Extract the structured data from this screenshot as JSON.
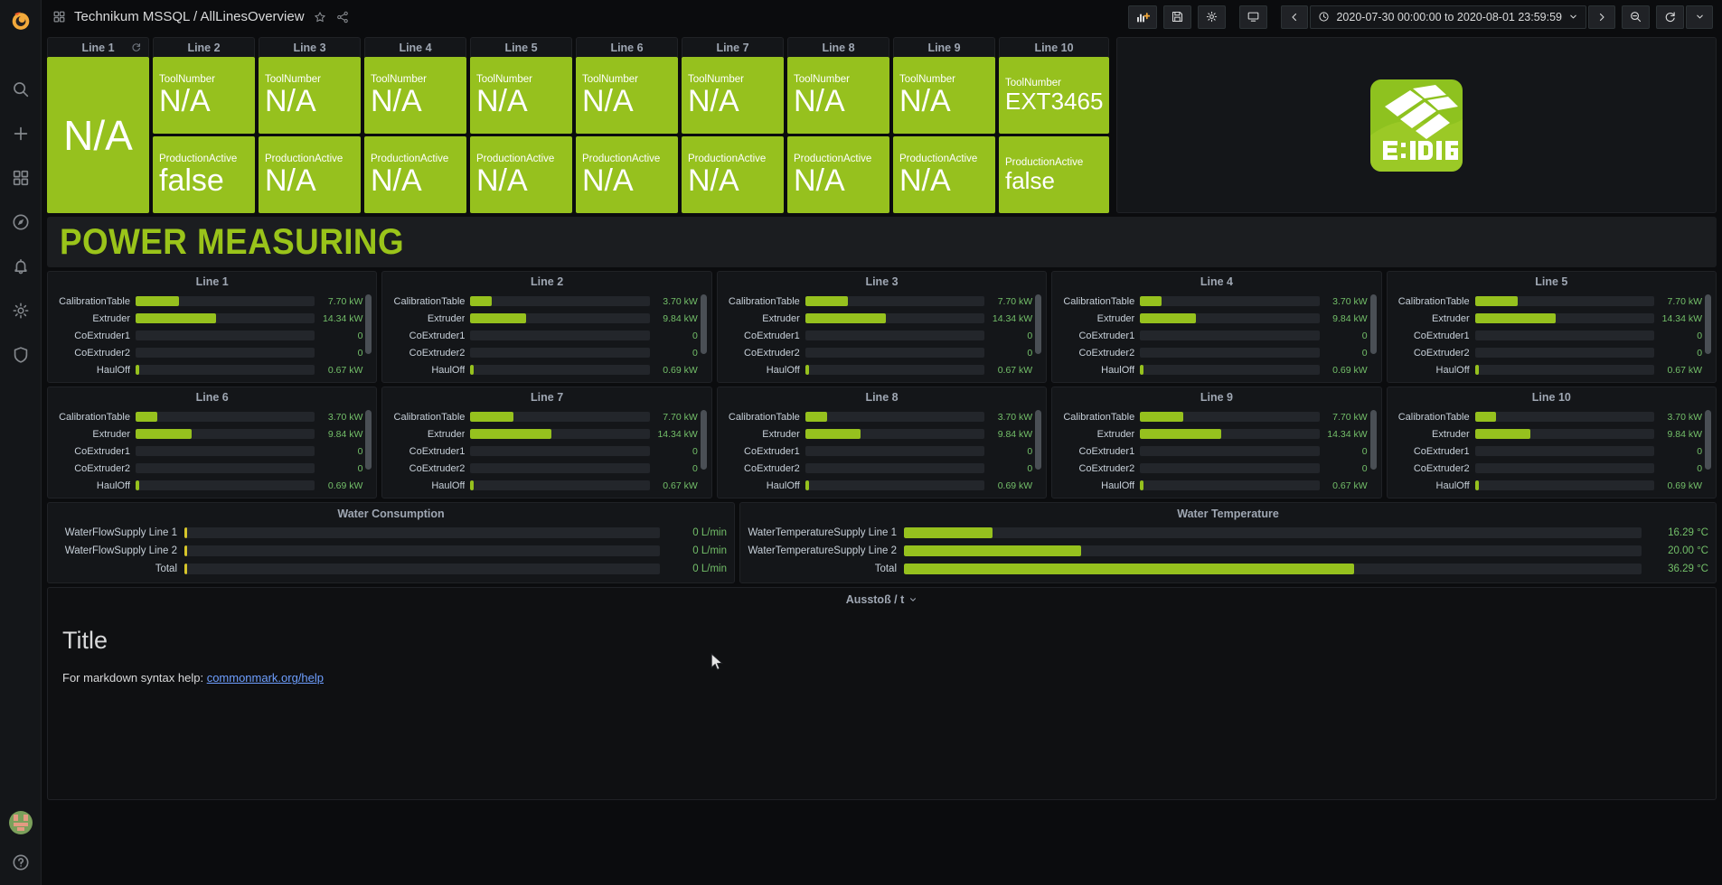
{
  "app": {
    "logo_icon": "grafana-logo-icon",
    "dashboard_title": "Technikum MSSQL / AllLinesOverview",
    "star_icon": "star-icon",
    "share_icon": "share-icon"
  },
  "sidebar": {
    "items": [
      {
        "name": "search-icon",
        "label": "Search"
      },
      {
        "name": "plus-icon",
        "label": "Create"
      },
      {
        "name": "dashboards-icon",
        "label": "Dashboards"
      },
      {
        "name": "compass-icon",
        "label": "Explore"
      },
      {
        "name": "bell-icon",
        "label": "Alerting"
      },
      {
        "name": "gear-icon",
        "label": "Configuration"
      },
      {
        "name": "shield-icon",
        "label": "Server Admin"
      }
    ],
    "bottom": [
      {
        "name": "avatar",
        "label": "User profile"
      },
      {
        "name": "help-icon",
        "label": "Help"
      }
    ]
  },
  "toolbar": {
    "add_panel_icon": "add-panel-icon",
    "save_icon": "save-dashboard-icon",
    "settings_icon": "dashboard-settings-icon",
    "tv_icon": "cycle-view-mode-icon",
    "prev_icon": "chevron-left-icon",
    "next_icon": "chevron-right-icon",
    "clock_icon": "clock-icon",
    "caret_icon": "chevron-down-icon",
    "zoom_out_icon": "zoom-out-icon",
    "refresh_icon": "refresh-icon",
    "refresh_caret_icon": "chevron-down-icon",
    "time_range": "2020-07-30 00:00:00 to 2020-08-01 23:59:59"
  },
  "colors": {
    "accent_green": "#96c11e",
    "value_green": "#73bf69",
    "panel_bg": "#141619",
    "page_bg": "#0b0c0e",
    "title_grey": "#9fa7b3"
  },
  "stat_row": {
    "panels": [
      {
        "title": "Line 1",
        "loading_icon": "spinner-icon",
        "single": true,
        "cells": [
          {
            "label": "",
            "value": "N/A",
            "size": "big"
          }
        ]
      },
      {
        "title": "Line 2",
        "single": false,
        "cells": [
          {
            "label": "ToolNumber",
            "value": "N/A"
          },
          {
            "label": "ProductionActive",
            "value": "false"
          }
        ]
      },
      {
        "title": "Line 3",
        "single": false,
        "cells": [
          {
            "label": "ToolNumber",
            "value": "N/A"
          },
          {
            "label": "ProductionActive",
            "value": "N/A"
          }
        ]
      },
      {
        "title": "Line 4",
        "single": false,
        "cells": [
          {
            "label": "ToolNumber",
            "value": "N/A"
          },
          {
            "label": "ProductionActive",
            "value": "N/A"
          }
        ]
      },
      {
        "title": "Line 5",
        "single": false,
        "cells": [
          {
            "label": "ToolNumber",
            "value": "N/A"
          },
          {
            "label": "ProductionActive",
            "value": "N/A"
          }
        ]
      },
      {
        "title": "Line 6",
        "single": false,
        "cells": [
          {
            "label": "ToolNumber",
            "value": "N/A"
          },
          {
            "label": "ProductionActive",
            "value": "N/A"
          }
        ]
      },
      {
        "title": "Line 7",
        "single": false,
        "cells": [
          {
            "label": "ToolNumber",
            "value": "N/A"
          },
          {
            "label": "ProductionActive",
            "value": "N/A"
          }
        ]
      },
      {
        "title": "Line 8",
        "single": false,
        "cells": [
          {
            "label": "ToolNumber",
            "value": "N/A"
          },
          {
            "label": "ProductionActive",
            "value": "N/A"
          }
        ]
      },
      {
        "title": "Line 9",
        "single": false,
        "cells": [
          {
            "label": "ToolNumber",
            "value": "N/A"
          },
          {
            "label": "ProductionActive",
            "value": "N/A"
          }
        ]
      },
      {
        "title": "Line 10",
        "single": false,
        "cells": [
          {
            "label": "ToolNumber",
            "value": "EXT3465",
            "size": "sm"
          },
          {
            "label": "ProductionActive",
            "value": "false",
            "size": "sm"
          }
        ]
      }
    ],
    "logo_panel": {
      "name": "edigi-logo",
      "alt": "e:DIGI"
    }
  },
  "section_banner": {
    "title": "POWER MEASURING"
  },
  "chart_data": [
    {
      "type": "bar",
      "title": "Line 1",
      "orientation": "horizontal",
      "unit": "kW",
      "categories": [
        "CalibrationTable",
        "Extruder",
        "CoExtruder1",
        "CoExtruder2",
        "HaulOff"
      ],
      "values": [
        7.7,
        14.34,
        0,
        0,
        0.67
      ],
      "display": [
        "7.70 kW",
        "14.34 kW",
        "0",
        "0",
        "0.67 kW"
      ],
      "pct": [
        24,
        45,
        0,
        0,
        2
      ],
      "xlim": [
        0,
        32
      ],
      "grid": false,
      "legend": "none"
    },
    {
      "type": "bar",
      "title": "Line 2",
      "orientation": "horizontal",
      "unit": "kW",
      "categories": [
        "CalibrationTable",
        "Extruder",
        "CoExtruder1",
        "CoExtruder2",
        "HaulOff"
      ],
      "values": [
        3.7,
        9.84,
        0,
        0,
        0.69
      ],
      "display": [
        "3.70 kW",
        "9.84 kW",
        "0",
        "0",
        "0.69 kW"
      ],
      "pct": [
        12,
        31,
        0,
        0,
        2
      ],
      "xlim": [
        0,
        32
      ],
      "grid": false,
      "legend": "none"
    },
    {
      "type": "bar",
      "title": "Line 3",
      "orientation": "horizontal",
      "unit": "kW",
      "categories": [
        "CalibrationTable",
        "Extruder",
        "CoExtruder1",
        "CoExtruder2",
        "HaulOff"
      ],
      "values": [
        7.7,
        14.34,
        0,
        0,
        0.67
      ],
      "display": [
        "7.70 kW",
        "14.34 kW",
        "0",
        "0",
        "0.67 kW"
      ],
      "pct": [
        24,
        45,
        0,
        0,
        2
      ],
      "xlim": [
        0,
        32
      ],
      "grid": false,
      "legend": "none"
    },
    {
      "type": "bar",
      "title": "Line 4",
      "orientation": "horizontal",
      "unit": "kW",
      "categories": [
        "CalibrationTable",
        "Extruder",
        "CoExtruder1",
        "CoExtruder2",
        "HaulOff"
      ],
      "values": [
        3.7,
        9.84,
        0,
        0,
        0.69
      ],
      "display": [
        "3.70 kW",
        "9.84 kW",
        "0",
        "0",
        "0.69 kW"
      ],
      "pct": [
        12,
        31,
        0,
        0,
        2
      ],
      "xlim": [
        0,
        32
      ],
      "grid": false,
      "legend": "none"
    },
    {
      "type": "bar",
      "title": "Line 5",
      "orientation": "horizontal",
      "unit": "kW",
      "categories": [
        "CalibrationTable",
        "Extruder",
        "CoExtruder1",
        "CoExtruder2",
        "HaulOff"
      ],
      "values": [
        7.7,
        14.34,
        0,
        0,
        0.67
      ],
      "display": [
        "7.70 kW",
        "14.34 kW",
        "0",
        "0",
        "0.67 kW"
      ],
      "pct": [
        24,
        45,
        0,
        0,
        2
      ],
      "xlim": [
        0,
        32
      ],
      "grid": false,
      "legend": "none"
    },
    {
      "type": "bar",
      "title": "Line 6",
      "orientation": "horizontal",
      "unit": "kW",
      "categories": [
        "CalibrationTable",
        "Extruder",
        "CoExtruder1",
        "CoExtruder2",
        "HaulOff"
      ],
      "values": [
        3.7,
        9.84,
        0,
        0,
        0.69
      ],
      "display": [
        "3.70 kW",
        "9.84 kW",
        "0",
        "0",
        "0.69 kW"
      ],
      "pct": [
        12,
        31,
        0,
        0,
        2
      ],
      "xlim": [
        0,
        32
      ],
      "grid": false,
      "legend": "none"
    },
    {
      "type": "bar",
      "title": "Line 7",
      "orientation": "horizontal",
      "unit": "kW",
      "categories": [
        "CalibrationTable",
        "Extruder",
        "CoExtruder1",
        "CoExtruder2",
        "HaulOff"
      ],
      "values": [
        7.7,
        14.34,
        0,
        0,
        0.67
      ],
      "display": [
        "7.70 kW",
        "14.34 kW",
        "0",
        "0",
        "0.67 kW"
      ],
      "pct": [
        24,
        45,
        0,
        0,
        2
      ],
      "xlim": [
        0,
        32
      ],
      "grid": false,
      "legend": "none"
    },
    {
      "type": "bar",
      "title": "Line 8",
      "orientation": "horizontal",
      "unit": "kW",
      "categories": [
        "CalibrationTable",
        "Extruder",
        "CoExtruder1",
        "CoExtruder2",
        "HaulOff"
      ],
      "values": [
        3.7,
        9.84,
        0,
        0,
        0.69
      ],
      "display": [
        "3.70 kW",
        "9.84 kW",
        "0",
        "0",
        "0.69 kW"
      ],
      "pct": [
        12,
        31,
        0,
        0,
        2
      ],
      "xlim": [
        0,
        32
      ],
      "grid": false,
      "legend": "none"
    },
    {
      "type": "bar",
      "title": "Line 9",
      "orientation": "horizontal",
      "unit": "kW",
      "categories": [
        "CalibrationTable",
        "Extruder",
        "CoExtruder1",
        "CoExtruder2",
        "HaulOff"
      ],
      "values": [
        7.7,
        14.34,
        0,
        0,
        0.67
      ],
      "display": [
        "7.70 kW",
        "14.34 kW",
        "0",
        "0",
        "0.67 kW"
      ],
      "pct": [
        24,
        45,
        0,
        0,
        2
      ],
      "xlim": [
        0,
        32
      ],
      "grid": false,
      "legend": "none"
    },
    {
      "type": "bar",
      "title": "Line 10",
      "orientation": "horizontal",
      "unit": "kW",
      "categories": [
        "CalibrationTable",
        "Extruder",
        "CoExtruder1",
        "CoExtruder2",
        "HaulOff"
      ],
      "values": [
        3.7,
        9.84,
        0,
        0,
        0.69
      ],
      "display": [
        "3.70 kW",
        "9.84 kW",
        "0",
        "0",
        "0.69 kW"
      ],
      "pct": [
        12,
        31,
        0,
        0,
        2
      ],
      "xlim": [
        0,
        32
      ],
      "grid": false,
      "legend": "none"
    },
    {
      "type": "bar",
      "title": "Water Consumption",
      "orientation": "horizontal",
      "unit": "L/min",
      "categories": [
        "WaterFlowSupply Line 1",
        "WaterFlowSupply Line 2",
        "Total"
      ],
      "values": [
        0,
        0,
        0
      ],
      "display": [
        "0 L/min",
        "0 L/min",
        "0 L/min"
      ],
      "pct": [
        0,
        0,
        0
      ],
      "xlim": [
        0,
        100
      ],
      "grid": false,
      "legend": "none"
    },
    {
      "type": "bar",
      "title": "Water Temperature",
      "orientation": "horizontal",
      "unit": "°C",
      "categories": [
        "WaterTemperatureSupply Line 1",
        "WaterTemperatureSupply Line 2",
        "Total"
      ],
      "values": [
        16.29,
        20.0,
        36.29
      ],
      "display": [
        "16.29 °C",
        "20.00 °C",
        "36.29 °C"
      ],
      "pct": [
        12,
        24,
        61
      ],
      "xlim": [
        0,
        60
      ],
      "grid": false,
      "legend": "none"
    }
  ],
  "text_panel": {
    "panel_title": "Ausstoß / t",
    "caret_icon": "chevron-down-icon",
    "heading": "Title",
    "help_prefix": "For markdown syntax help: ",
    "help_link": "commonmark.org/help"
  }
}
